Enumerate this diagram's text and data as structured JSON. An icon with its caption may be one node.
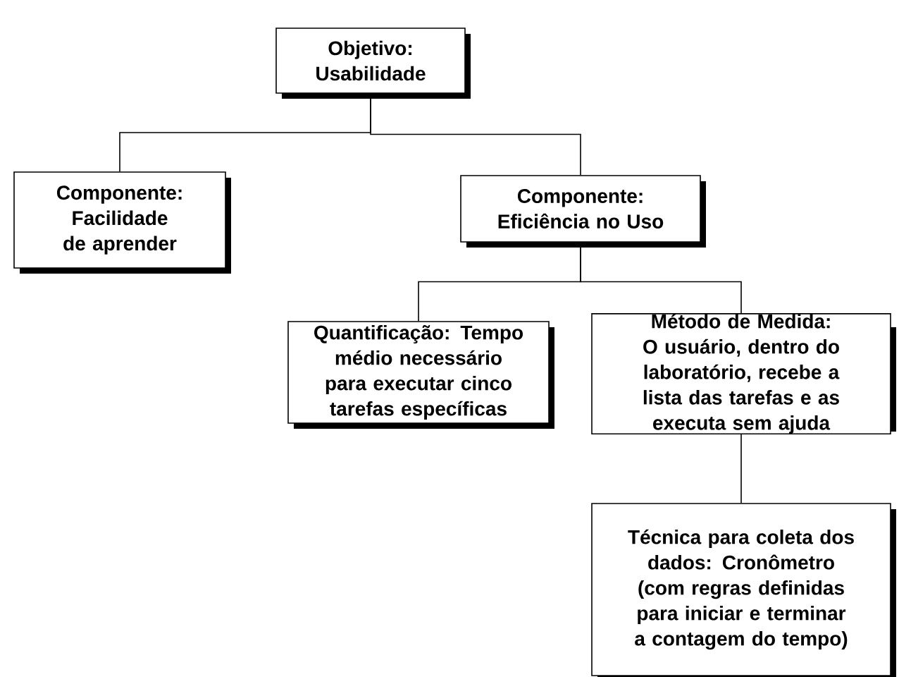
{
  "diagram": {
    "nodes": [
      {
        "text": [
          "Objetivo: Usabilidade"
        ]
      },
      {
        "text": [
          "Componente: Facilidade de aprender"
        ]
      },
      {
        "text": [
          "Componente: Eficiência no Uso"
        ]
      },
      {
        "text": [
          "Quantificação: Tempo médio necessário para executar cinco tarefas específicas"
        ]
      },
      {
        "text": [
          "Método de Medida: O usuário, dentro do laboratório, recebe a lista das tarefas e as executa sem ajuda"
        ]
      },
      {
        "text": [
          "Técnica para coleta dos dados: Cronômetro (com regras definidas para iniciar e terminar a contagem do tempo)"
        ]
      }
    ],
    "edges": [
      {
        "from": 0,
        "to": 1,
        "arrow": "none"
      },
      {
        "from": 0,
        "to": 2,
        "arrow": "none"
      },
      {
        "from": 2,
        "to": 3,
        "arrow": "none"
      },
      {
        "from": 2,
        "to": 4,
        "arrow": "none"
      },
      {
        "from": 4,
        "to": 5,
        "arrow": "none"
      }
    ]
  }
}
